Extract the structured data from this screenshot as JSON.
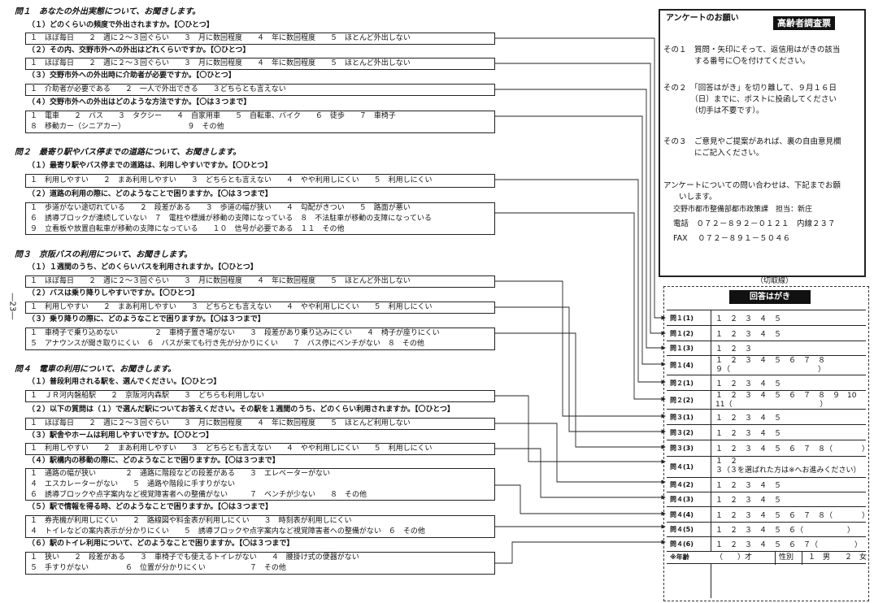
{
  "q1": {
    "section_title": "問１　あなたの外出実態について、お聞きします。",
    "q1_1": {
      "title": "（１）どのくらいの頻度で外出されますか。【〇ひとつ】",
      "lines": [
        "１　ほぼ毎日　　２　週に２～３回ぐらい　　３　月に数回程度　　４　年に数回程度　　５　ほとんど外出しない"
      ]
    },
    "q1_2": {
      "title": "（２）その内、交野市外への外出はどれくらいですか。【〇ひとつ】",
      "lines": [
        "１　ほぼ毎日　　２　週に２～３回ぐらい　　３　月に数回程度　　４　年に数回程度　　５　ほとんど外出しない"
      ]
    },
    "q1_3": {
      "title": "（３）交野市外への外出時に介助者が必要ですか。【〇ひとつ】",
      "lines": [
        "１　介助者が必要である　　２　一人で外出できる　　３どちらとも言えない"
      ]
    },
    "q1_4": {
      "title": "（４）交野市外への外出はどのような方法ですか。【〇は３つまで】",
      "lines": [
        "１　電車　　２　バス　　３　タクシー　　４　自家用車　　５　自転車、バイク　　６　徒歩　　７　車椅子",
        "８　移動カー（シニアカー）　　　　　　　　　９　その他"
      ]
    }
  },
  "q2": {
    "section_title": "問２　最寄り駅やバス停までの道路について、お聞きします。",
    "q2_1": {
      "title": "（１）最寄り駅やバス停までの道路は、利用しやすいですか。【〇ひとつ】",
      "lines": [
        "１　利用しやすい　　２　まあ利用しやすい　　３　どちらとも言えない　　４　やや利用しにくい　　５　利用しにくい"
      ]
    },
    "q2_2": {
      "title": "（２）道路の利用の際に、どのようなことで困りますか。【〇は３つまで】",
      "lines": [
        "１　歩道がない途切れている　　２　段差がある　　３　歩道の幅が狭い　　４　勾配がきつい　　５　路面が悪い",
        "６　誘導ブロックが連続していない　７　電柱や標識が移動の支障になっている　８　不法駐車が移動の支障になっている",
        "９　立看板や放置自転車が移動の支障になっている　　１０　信号が必要である　１１　その他"
      ]
    }
  },
  "q3": {
    "section_title": "問３　京阪バスの利用について、お聞きします。",
    "q3_1": {
      "title": "（１）１週間のうち、どのくらいバスを利用されますか。【〇ひとつ】",
      "lines": [
        "１　ほぼ毎日　　２　週に２～３回ぐらい　　３　月に数回程度　　４　年に数回程度　　５　ほとんど外出しない"
      ]
    },
    "q3_2": {
      "title": "（２）バスは乗り降りしやすいですか。【〇ひとつ】",
      "lines": [
        "１　利用しやすい　　２　まあ利用しやすい　　３　どちらとも言えない　　４　やや利用しにくい　　５　利用しにくい"
      ]
    },
    "q3_3": {
      "title": "（３）乗り降りの際に、どのようなことで困りますか。【〇は３つまで】",
      "lines": [
        "１　車椅子で乗り込めない　　　　　２　車椅子置き場がない　　３　段差があり乗り込みにくい　　４　椅子が座りにくい",
        "５　アナウンスが聞き取りにくい　６　バスが来ても行き先が分かりにくい　　７　バス停にベンチがない　８　その他"
      ]
    }
  },
  "q4": {
    "section_title": "問４　電車の利用について、お聞きします。",
    "q4_1": {
      "title": "（１）普段利用される駅を、選んでください。【〇ひとつ】",
      "lines": [
        "１　ＪＲ河内磐船駅　　２　京阪河内森駅　　３　どちらも利用しない"
      ]
    },
    "q4_2": {
      "title": "（２）以下の質問は（１）で選んだ駅についてお答えください。その駅を１週間のうち、どのくらい利用されますか。【〇ひとつ】",
      "lines": [
        "１　ほぼ毎日　　２　週に２～３回ぐらい　　３　月に数回程度　　４　年に数回程度　　５　ほとんど利用しない"
      ]
    },
    "q4_3": {
      "title": "（３）駅舎やホームは利用しやすいですか。【〇ひとつ】",
      "lines": [
        "１　利用しやすい　　２　まあ利用しやすい　　３　どちらとも言えない　　４　やや利用しにくい　　５　利用しにくい"
      ]
    },
    "q4_4": {
      "title": "（４）駅構内の移動の際に、どのようなことで困りますか。【〇は３つまで】",
      "lines": [
        "１　通路の幅が狭い　　　　２　通路に階段などの段差がある　　３　エレベーターがない",
        "４　エスカレーターがない　　５　通路や階段に手すりがない",
        "６　誘導ブロックや点字案内など視覚障害者への整備がない　　　７　ベンチが少ない　　８　その他"
      ]
    },
    "q4_5": {
      "title": "（５）駅で情報を得る時、どのようなことで困りますか。【〇は３つまで】",
      "lines": [
        "１　券売機が利用しにくい　　２　路線図や料金表が利用しにくい　　３　時刻表が利用しにくい",
        "４　トイレなどの案内表示が分かりにくい　　５　誘導ブロックや点字案内など視覚障害者への整備がない　６　その他"
      ]
    },
    "q4_6": {
      "title": "（６）駅のトイレ利用について、どのようなことで困りますか。【〇は３つまで】",
      "lines": [
        "１　狭い　　２　段差がある　　３　車椅子でも使えるトイレがない　　４　腰掛け式の便器がない",
        "５　手すりがない　　　　　６　位置が分かりにくい　　　　　　７　その他"
      ]
    }
  },
  "side_page_number": "―23―",
  "request": {
    "heading": "アンケートのお願い",
    "badge": "高齢者調査票",
    "item1": [
      "その１　質問・矢印にそって、返信用はがきの該当",
      "　　　　する番号に〇を付けてください。"
    ],
    "item2": [
      "その２　「回答はがき」を切り離して、９月１６日",
      "　　　　（日）までに、ポストに投函してください",
      "　　　　（切手は不要です）。"
    ],
    "item3": [
      "その３　ご意見やご提案があれば、裏の自由意見欄",
      "　　　　にご記入ください。"
    ],
    "contact": [
      "アンケートについての問い合わせは、下記までお願",
      "　　いします。"
    ],
    "dept": "交野市都市整備部都市政策課　担当：新庄",
    "tel": "電話　０７２－８９２－０１２１　内線２３７",
    "fax": "FAX　 ０７２－８９１－５０４６"
  },
  "postcard": {
    "cut_line": "（切取線）",
    "title": "回答はがき",
    "rows": [
      {
        "key": "問１(1)",
        "value": "１　２　３　４　５"
      },
      {
        "key": "問１(2)",
        "value": "１　２　３　４　５"
      },
      {
        "key": "問１(3)",
        "value": "１　２　３"
      },
      {
        "key": "問１(4)",
        "value": "１　２　３　４　５　６　７　８\n９（　　　　　　　　　　　　）"
      },
      {
        "key": "問２(1)",
        "value": "１　２　３　４　５"
      },
      {
        "key": "問２(2)",
        "value": "１　２　３　４　５　６　７　８　９　10\n11（　　　　　　　　　　　　）"
      },
      {
        "key": "問３(1)",
        "value": "１　２　３　４　５"
      },
      {
        "key": "問３(2)",
        "value": "１　２　３　４　５"
      },
      {
        "key": "問３(3)",
        "value": "１　２　３　４　５　６　７　８（　　　　）"
      },
      {
        "key": "問４(1)",
        "value": "１　２\n３（３を選ばれた方は※へお進みください）"
      },
      {
        "key": "問４(2)",
        "value": "１　２　３　４　５"
      },
      {
        "key": "問４(3)",
        "value": "１　２　３　４　５"
      },
      {
        "key": "問４(4)",
        "value": "１　２　３　４　５　６　７　８（　　　　）"
      },
      {
        "key": "問４(5)",
        "value": "１　２　３　４　５　６（　　　　　　）"
      },
      {
        "key": "問４(6)",
        "value": "１　２　３　４　５　６　７（　　　　　）"
      }
    ],
    "age_label": "※年齢",
    "age_value": "（　　）才",
    "gender_label": "性別",
    "gender_value": "１　男　　２　女"
  }
}
